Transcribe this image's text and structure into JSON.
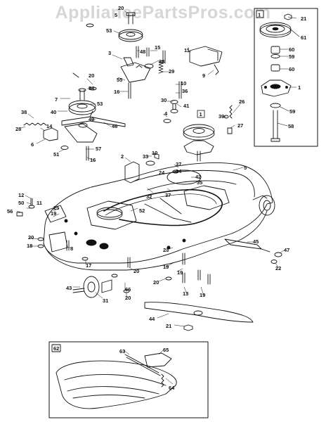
{
  "watermark": "AppliancePartsPros.com",
  "inset_1_box_label": "1",
  "inset_62_box_label": "62",
  "callouts": {
    "c1": "1",
    "c2": "2",
    "c3": "3",
    "c4": "4",
    "c5": "5",
    "c6": "6",
    "c7": "7",
    "c8": "8",
    "c9": "9",
    "c10": "10",
    "c11": "11",
    "c12": "12",
    "c13": "13",
    "c14": "14",
    "c15": "15",
    "c16": "16",
    "c17": "17",
    "c18": "18",
    "c19": "19",
    "c20": "20",
    "c21": "21",
    "c22": "22",
    "c23": "23",
    "c24": "24",
    "c25": "25",
    "c26": "26",
    "c27": "27",
    "c28": "28",
    "c29": "29",
    "c30": "30",
    "c31": "31",
    "c32": "32",
    "c33": "33",
    "c34": "34",
    "c35": "35",
    "c36": "36",
    "c37": "37",
    "c38": "38",
    "c39": "39",
    "c40": "40",
    "c41": "41",
    "c42": "42",
    "c43": "43",
    "c44": "44",
    "c45": "45",
    "c46": "46",
    "c47": "47",
    "c48": "48",
    "c49": "49",
    "c50": "50",
    "c51": "51",
    "c52": "52",
    "c53": "53",
    "c54": "54",
    "c55": "55",
    "c56": "56",
    "c57": "57",
    "c58": "58",
    "c59": "59",
    "c60": "60",
    "c61": "61",
    "c62": "62",
    "c63": "63",
    "c64": "64",
    "c65": "65",
    "c66": "66"
  }
}
